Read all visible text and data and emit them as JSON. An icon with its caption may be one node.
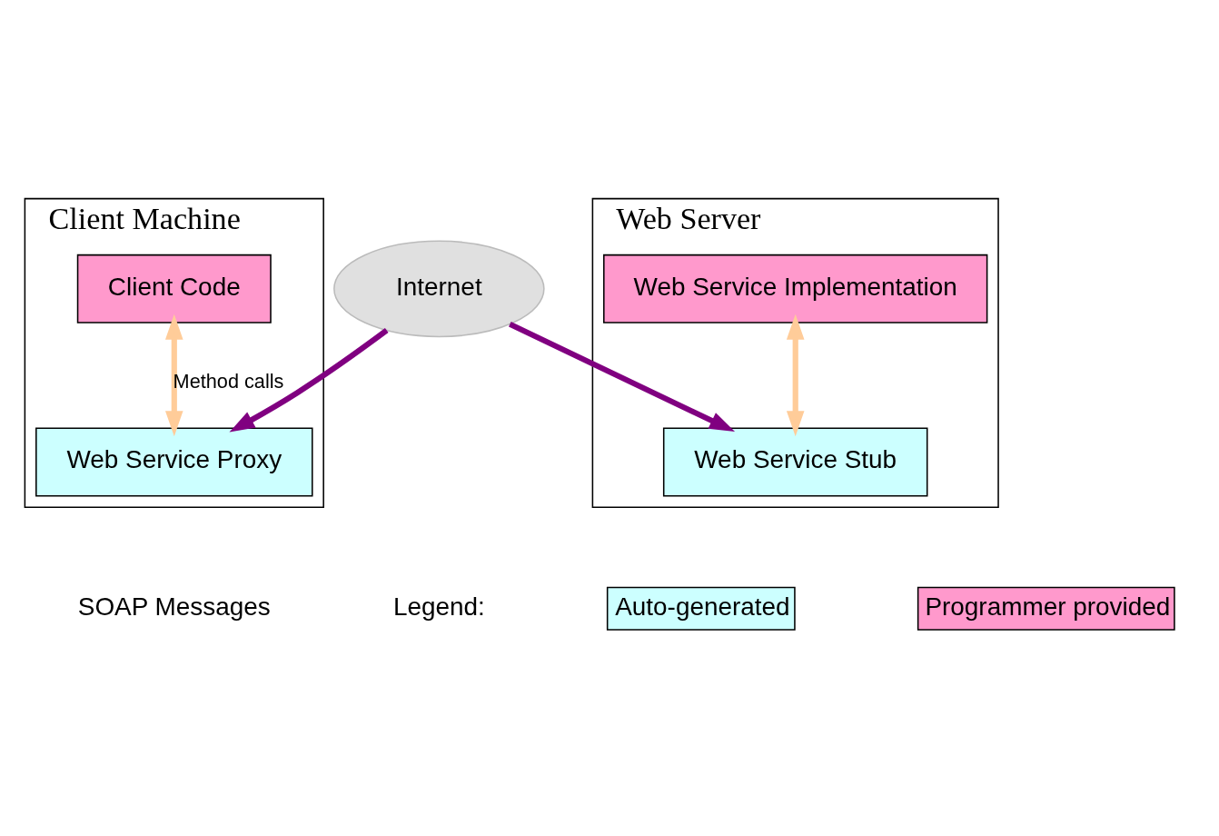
{
  "diagram": {
    "nodes": [
      {
        "text": [
          "Client Machine"
        ]
      },
      {
        "text": [
          "Client Code"
        ],
        "in": 0
      },
      {
        "text": [
          "Web Service Proxy"
        ],
        "in": 0
      },
      {
        "text": [
          "Web Server"
        ]
      },
      {
        "text": [
          "Web Service Implementation"
        ],
        "in": 3
      },
      {
        "text": [
          "Web Service Stub"
        ],
        "in": 3
      },
      {
        "text": [
          "Internet"
        ]
      }
    ],
    "edges": [
      {
        "from": 1,
        "to": 2,
        "arrow": "both",
        "label": "Method calls",
        "color": "#ffcc99"
      },
      {
        "from": 4,
        "to": 5,
        "arrow": "both",
        "color": "#ffcc99"
      },
      {
        "from": 6,
        "to": 2,
        "arrow": "to",
        "color": "#800080"
      },
      {
        "from": 6,
        "to": 5,
        "arrow": "to",
        "color": "#800080"
      }
    ],
    "labels": [
      "SOAP Messages",
      "Legend:"
    ],
    "legend": [
      {
        "text": "Auto-generated",
        "color": "#ccffff"
      },
      {
        "text": "Programmer provided",
        "color": "#ff99cc"
      }
    ]
  }
}
